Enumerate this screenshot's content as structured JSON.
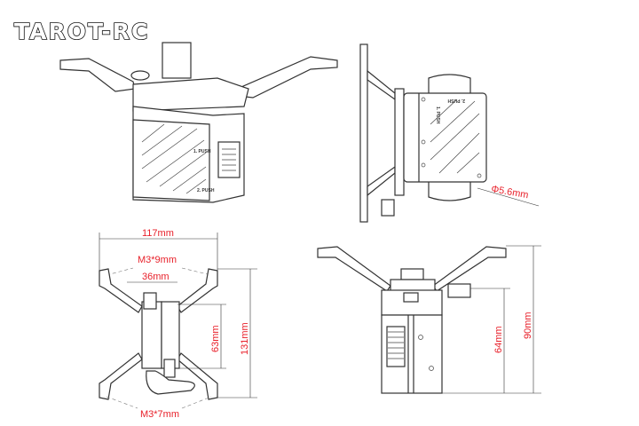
{
  "logo": {
    "text": "TAROT-RC"
  },
  "iso_view": {
    "label_push1": "1. PUSH",
    "label_push2": "2. PUSH"
  },
  "side_view": {
    "label_push1": "1. PUSH",
    "label_push2": "2. PUSH",
    "hole_diameter": "Φ5.6mm"
  },
  "top_view": {
    "width": "117mm",
    "screw_top": "M3*9mm",
    "inner_width": "36mm",
    "inner_length": "63mm",
    "length": "131mm",
    "screw_bottom": "M3*7mm"
  },
  "front_view": {
    "body_height": "64mm",
    "total_height": "90mm"
  },
  "colors": {
    "dimension_text": "#e8202a",
    "line": "#333333"
  }
}
